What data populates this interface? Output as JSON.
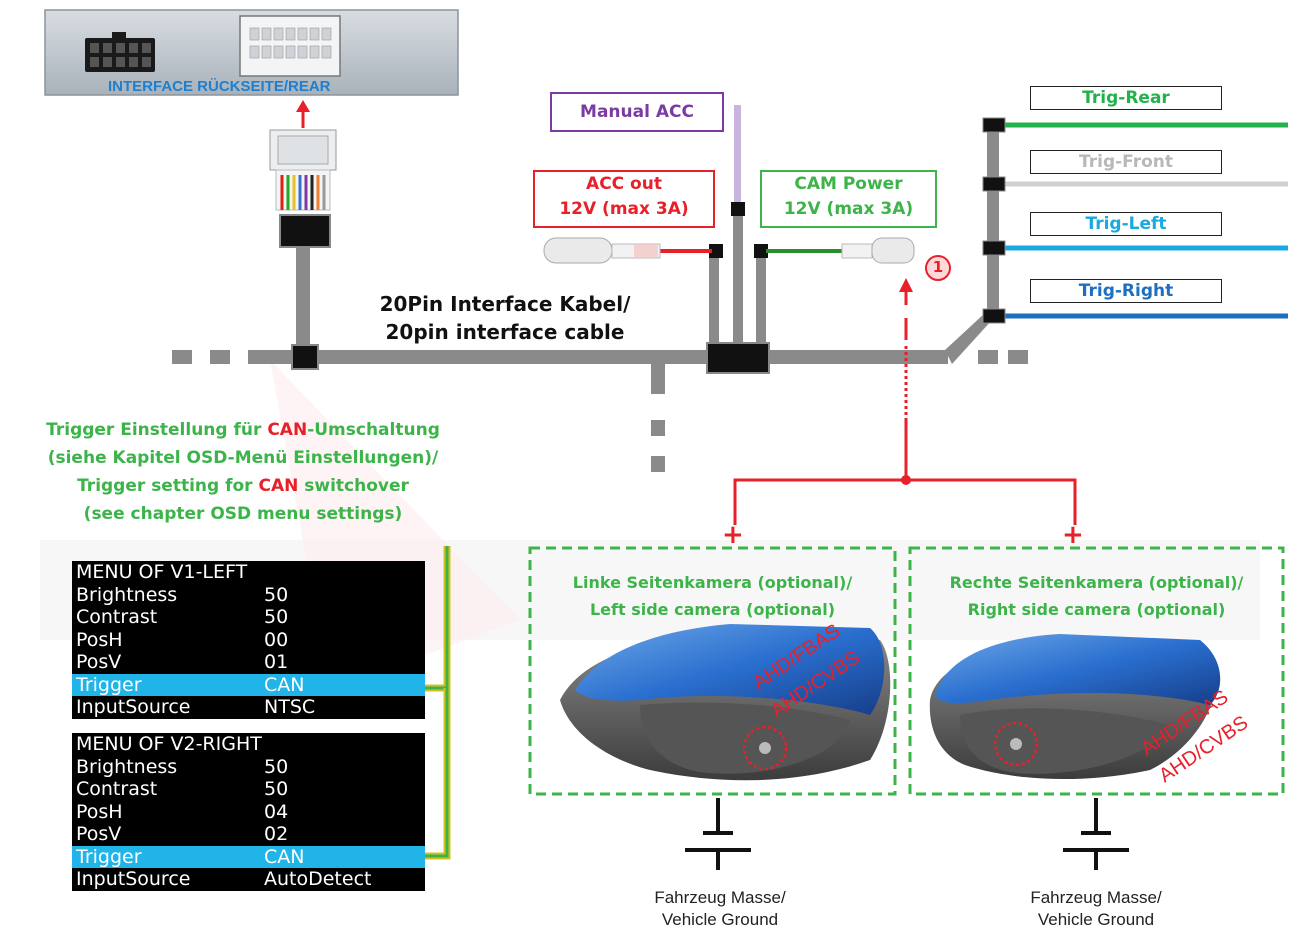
{
  "interface_label": "INTERFACE RÜCKSEITE/REAR",
  "cable_label": [
    "20Pin Interface Kabel/",
    "20pin interface cable"
  ],
  "manual_acc": "Manual ACC",
  "acc_out": [
    "ACC out",
    "12V (max 3A)"
  ],
  "cam_power": [
    "CAM Power",
    "12V (max 3A)"
  ],
  "marker_1": "1",
  "triggers": [
    {
      "label": "Trig-Rear",
      "color": "#22b24c"
    },
    {
      "label": "Trig-Front",
      "color": "#b8b8b8"
    },
    {
      "label": "Trig-Left",
      "color": "#1aa8e0"
    },
    {
      "label": "Trig-Right",
      "color": "#1e6fbf"
    }
  ],
  "trigger_note": {
    "line1_a": "Trigger Einstellung für ",
    "line1_can": "CAN",
    "line1_b": "-Umschaltung",
    "line2": "(siehe Kapitel OSD-Menü Einstellungen)/",
    "line3_a": "Trigger setting for ",
    "line3_can": "CAN",
    "line3_b": " switchover",
    "line4": "(see chapter OSD menu settings)"
  },
  "menu_left": {
    "title": "MENU OF V1-LEFT",
    "rows": [
      {
        "k": "Brightness",
        "v": "50"
      },
      {
        "k": "Contrast",
        "v": "50"
      },
      {
        "k": "PosH",
        "v": "00"
      },
      {
        "k": "PosV",
        "v": "01"
      },
      {
        "k": "Trigger",
        "v": "CAN"
      },
      {
        "k": "InputSource",
        "v": "NTSC"
      }
    ]
  },
  "menu_right": {
    "title": "MENU OF V2-RIGHT",
    "rows": [
      {
        "k": "Brightness",
        "v": "50"
      },
      {
        "k": "Contrast",
        "v": "50"
      },
      {
        "k": "PosH",
        "v": "04"
      },
      {
        "k": "PosV",
        "v": "02"
      },
      {
        "k": "Trigger",
        "v": "CAN"
      },
      {
        "k": "InputSource",
        "v": "AutoDetect"
      }
    ]
  },
  "camera_left": {
    "title": [
      "Linke Seitenkamera (optional)/",
      "Left side camera (optional)"
    ],
    "fmt": [
      "AHD/FBAS",
      "AHD/CVBS"
    ]
  },
  "camera_right": {
    "title": [
      "Rechte Seitenkamera (optional)/",
      "Right side camera (optional)"
    ],
    "fmt": [
      "AHD/FBAS",
      "AHD/CVBS"
    ]
  },
  "plus": "+",
  "ground": [
    "Fahrzeug Masse/",
    "Vehicle Ground"
  ],
  "colors": {
    "red": "#e8202a",
    "green": "#3cb44a",
    "purple": "#7a3ca0",
    "cable_gray": "#8a8a8a",
    "menu_highlight": "#20b4e8",
    "arrow_green_outline": "#d4c020"
  }
}
